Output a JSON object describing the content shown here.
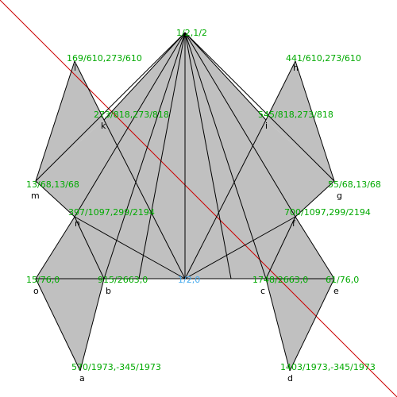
{
  "colors": {
    "face_fill": "#c0c0c0",
    "edge": "#000000",
    "diagonal": "#cc0000",
    "coord_label": "#00aa00",
    "center_label": "#44aaee",
    "letter_label": "#000000"
  },
  "vertices": {
    "top": {
      "coord": "1/2,1/2"
    },
    "center": {
      "coord": "1/2,0"
    },
    "l": {
      "letter": "l",
      "coord": "169/610,273/610"
    },
    "h": {
      "letter": "h",
      "coord": "441/610,273/610"
    },
    "k": {
      "letter": "k",
      "coord": "273/818,273/818"
    },
    "i": {
      "letter": "i",
      "coord": "545/818,273/818"
    },
    "m": {
      "letter": "m",
      "coord": "13/68,13/68"
    },
    "g": {
      "letter": "g",
      "coord": "55/68,13/68"
    },
    "n": {
      "letter": "n",
      "coord": "397/1097,299/2194"
    },
    "f": {
      "letter": "f",
      "coord": "700/1097,299/2194"
    },
    "o": {
      "letter": "o",
      "coord": "15/76,0"
    },
    "b": {
      "letter": "b",
      "coord": "915/2663,0"
    },
    "c": {
      "letter": "c",
      "coord": "1748/2663,0"
    },
    "e": {
      "letter": "e",
      "coord": "61/76,0"
    },
    "a": {
      "letter": "a",
      "coord": "570/1973,-345/1973"
    },
    "d": {
      "letter": "d",
      "coord": "1403/1973,-345/1973"
    }
  }
}
